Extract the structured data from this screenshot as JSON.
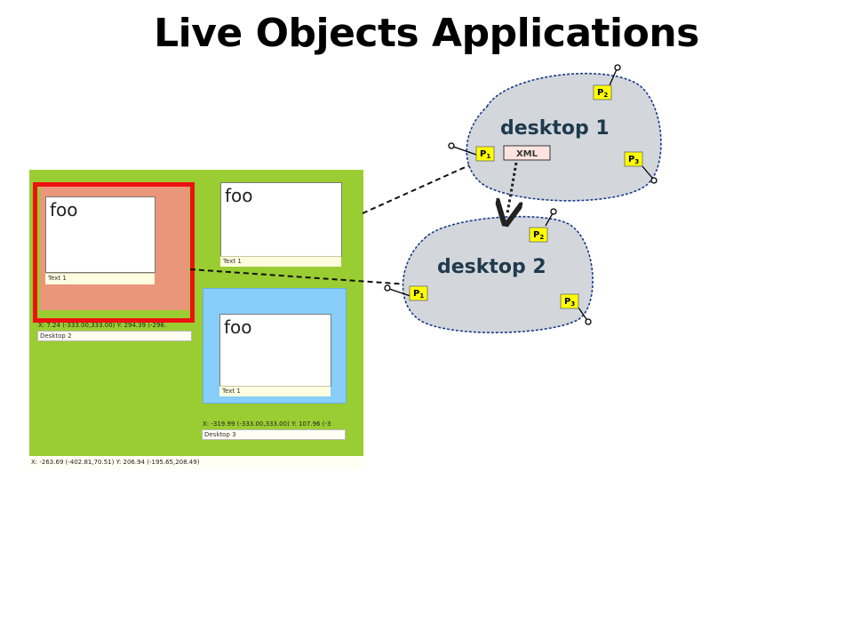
{
  "title": "Live Objects Applications",
  "screenshot": {
    "background_color": "#9acd32",
    "windows": [
      {
        "heading": "foo",
        "text": "Text 1",
        "panel_color": "#e9967a"
      },
      {
        "heading": "foo",
        "text": "Text 1",
        "panel_color": "#9acd32"
      },
      {
        "heading": "foo",
        "text": "Text 1",
        "panel_color": "#87cefa"
      }
    ],
    "status_lines": [
      "X:     7.24     (-333.00,333.00)    Y:    294.39    (-296.",
      "X:  -319.99    (-333.00,333.00)    Y:   107.96    (-3"
    ],
    "desktop_labels": [
      "Desktop 2",
      "Desktop 3"
    ],
    "bottom_status": "X:   -263.69      (-402.81,70.51)      Y:    206.94      (-195.65,208.49)"
  },
  "highlight_color": "#ee1111",
  "clouds": [
    {
      "label": "desktop 1",
      "fill": "#d3d7dc"
    },
    {
      "label": "desktop 2",
      "fill": "#d3d7dc"
    }
  ],
  "ports": {
    "prefix": "P",
    "desktop1": [
      "1",
      "2",
      "3"
    ],
    "desktop2": [
      "1",
      "2",
      "3"
    ],
    "fill": "#ffff00"
  },
  "xml_tag": "XML"
}
